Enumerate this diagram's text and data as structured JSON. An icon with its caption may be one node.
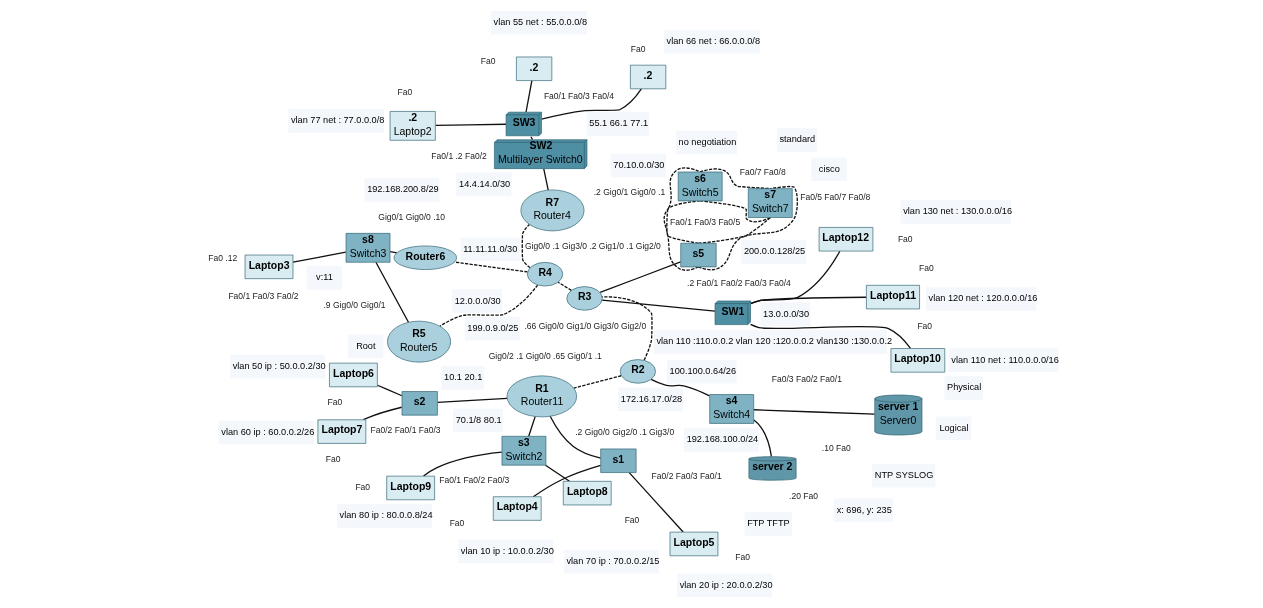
{
  "diagram": {
    "nodes": [
      {
        "text": [
          "server 1",
          "Server0"
        ],
        "beside": [
          ".10",
          "Fa0"
        ]
      },
      {
        "text": [
          "server 2"
        ],
        "beside": [
          ".20",
          "Fa0"
        ]
      },
      {
        "text": [
          "s4",
          "Switch4"
        ],
        "beside": [
          "Fa0/3",
          "Fa0/2",
          "Fa0/1"
        ]
      },
      {
        "text": [
          "R2"
        ],
        "beside": [
          "Gig0/2",
          ".1",
          "Gig0/0",
          ".65",
          "Gig0/1",
          ".1"
        ]
      },
      {
        "text": [
          "R3"
        ],
        "beside": [
          ".66",
          "Gig0/0",
          "Gig1/0",
          "Gig3/0",
          "Gig2/0"
        ]
      },
      {
        "text": [
          "R4"
        ],
        "beside": [
          "Gig0/0",
          ".1",
          "Gig3/0",
          ".2",
          "Gig1/0",
          ".1",
          "Gig2/0"
        ]
      },
      {
        "text": [
          "R5",
          "Router5"
        ],
        "beside": [
          ".9",
          "Gig0/0",
          "Gig0/1"
        ]
      },
      {
        "text": [
          "Router6"
        ],
        "beside": [
          "Gig0/1",
          "Gig0/0",
          ".10"
        ]
      },
      {
        "text": [
          "s8",
          "Switch3"
        ],
        "beside": [
          "Fa0/1",
          "Fa0/3",
          "Fa0/2"
        ]
      },
      {
        "text": [
          "Laptop3"
        ],
        "beside": [
          "Fa0",
          ".12"
        ]
      },
      {
        "text": [
          "R1",
          "Router11"
        ],
        "beside": [
          ".2",
          "Gig0/0",
          "Gig2/0",
          ".1",
          "Gig3/0"
        ]
      },
      {
        "text": [
          "s1"
        ],
        "beside": [
          "Fa0/2",
          "Fa0/3",
          "Fa0/1"
        ]
      },
      {
        "text": [
          "Laptop4"
        ],
        "beside": [
          "Fa0"
        ]
      },
      {
        "text": [
          "Laptop5"
        ],
        "beside": [
          "Fa0"
        ]
      },
      {
        "text": [
          "s2"
        ],
        "beside": [
          "Fa0/2",
          "Fa0/1",
          "Fa0/3"
        ]
      },
      {
        "text": [
          "Laptop6"
        ],
        "beside": [
          "Fa0"
        ]
      },
      {
        "text": [
          "Laptop7"
        ],
        "beside": [
          "Fa0"
        ]
      },
      {
        "text": [
          "s3",
          "Switch2"
        ],
        "beside": [
          "Fa0/1",
          "Fa0/2",
          "Fa0/3"
        ]
      },
      {
        "text": [
          "Laptop8"
        ],
        "beside": [
          "Fa0"
        ]
      },
      {
        "text": [
          "Laptop9"
        ],
        "beside": [
          "Fa0"
        ]
      },
      {
        "text": [
          "s5"
        ],
        "beside": [
          "Fa0/1",
          "Fa0/3",
          "Fa0/5"
        ]
      },
      {
        "text": [
          "s6",
          "Switch5"
        ],
        "beside": [
          "Fa0/7",
          "Fa0/8"
        ]
      },
      {
        "text": [
          "s7",
          "Switch7"
        ],
        "beside": [
          "Fa0/5",
          "Fa0/7",
          "Fa0/8"
        ]
      },
      {
        "text": [
          "SW1"
        ],
        "beside": [
          ".2",
          "Fa0/1",
          "Fa0/2",
          "Fa0/3",
          "Fa0/4"
        ]
      },
      {
        "text": [
          "Laptop10"
        ],
        "beside": [
          "Fa0"
        ]
      },
      {
        "text": [
          "Laptop11"
        ],
        "beside": [
          "Fa0"
        ]
      },
      {
        "text": [
          "Laptop12"
        ],
        "beside": [
          "Fa0"
        ]
      },
      {
        "text": [
          "R7",
          "Router4"
        ],
        "beside": [
          ".2",
          "Gig0/1",
          "Gig0/0",
          ".1"
        ]
      },
      {
        "text": [
          "SW2",
          "Multilayer Switch0"
        ],
        "beside": [
          "Fa0/1",
          ".2",
          "Fa0/2"
        ]
      },
      {
        "text": [
          "SW3"
        ],
        "beside": [
          "Fa0/1",
          "Fa0/3",
          "Fa0/4"
        ]
      },
      {
        "text": [
          ".2"
        ],
        "beside": [
          "Fa0"
        ]
      },
      {
        "text": [
          ".2"
        ],
        "beside": [
          "Fa0"
        ]
      },
      {
        "text": [
          ".2",
          "Laptop2"
        ],
        "beside": [
          "Fa0"
        ]
      }
    ],
    "edges": [
      {
        "from": 0,
        "to": 2,
        "arrow": "none"
      },
      {
        "from": 1,
        "to": 2,
        "arrow": "none"
      },
      {
        "from": 2,
        "to": 3,
        "arrow": "none"
      },
      {
        "from": 3,
        "to": 4,
        "arrow": "none",
        "style": "dashed"
      },
      {
        "from": 3,
        "to": 10,
        "arrow": "none",
        "style": "dashed"
      },
      {
        "from": 4,
        "to": 5,
        "arrow": "none",
        "style": "dashed"
      },
      {
        "from": 4,
        "to": 20,
        "arrow": "none"
      },
      {
        "from": 4,
        "to": 23,
        "arrow": "none"
      },
      {
        "from": 5,
        "to": 6,
        "arrow": "none",
        "style": "dashed"
      },
      {
        "from": 5,
        "to": 7,
        "arrow": "none",
        "style": "dashed"
      },
      {
        "from": 5,
        "to": 27,
        "arrow": "none",
        "style": "dashed"
      },
      {
        "from": 6,
        "to": 8,
        "arrow": "none"
      },
      {
        "from": 7,
        "to": 8,
        "arrow": "none"
      },
      {
        "from": 8,
        "to": 9,
        "arrow": "none"
      },
      {
        "from": 10,
        "to": 11,
        "arrow": "none"
      },
      {
        "from": 10,
        "to": 14,
        "arrow": "none"
      },
      {
        "from": 10,
        "to": 17,
        "arrow": "none"
      },
      {
        "from": 11,
        "to": 12,
        "arrow": "none"
      },
      {
        "from": 11,
        "to": 13,
        "arrow": "none"
      },
      {
        "from": 14,
        "to": 15,
        "arrow": "none"
      },
      {
        "from": 14,
        "to": 16,
        "arrow": "none"
      },
      {
        "from": 17,
        "to": 18,
        "arrow": "none"
      },
      {
        "from": 17,
        "to": 19,
        "arrow": "none"
      },
      {
        "from": 20,
        "to": 21,
        "arrow": "none",
        "style": "dashed"
      },
      {
        "from": 20,
        "to": 21,
        "arrow": "none",
        "style": "dashed"
      },
      {
        "from": 20,
        "to": 22,
        "arrow": "none",
        "style": "dashed"
      },
      {
        "from": 20,
        "to": 22,
        "arrow": "none",
        "style": "dashed"
      },
      {
        "from": 21,
        "to": 22,
        "arrow": "none",
        "style": "dashed"
      },
      {
        "from": 21,
        "to": 22,
        "arrow": "none",
        "style": "dashed"
      },
      {
        "from": 23,
        "to": 24,
        "arrow": "none"
      },
      {
        "from": 23,
        "to": 25,
        "arrow": "none"
      },
      {
        "from": 23,
        "to": 26,
        "arrow": "none"
      },
      {
        "from": 27,
        "to": 28,
        "arrow": "none"
      },
      {
        "from": 28,
        "to": 29,
        "arrow": "none",
        "style": "dashed"
      },
      {
        "from": 29,
        "to": 30,
        "arrow": "none"
      },
      {
        "from": 29,
        "to": 31,
        "arrow": "none"
      },
      {
        "from": 29,
        "to": 32,
        "arrow": "none"
      }
    ],
    "labels": [
      "Logical",
      "Physical",
      "x: 696, y: 235",
      "Root",
      "NTP SYSLOG",
      "FTP TFTP",
      "192.168.100.0/24",
      "vlan 10 ip : 10.0.0.2/30",
      "vlan 20 ip : 20.0.0.2/30",
      "172.16.17.0/28",
      "100.100.0.64/26",
      "199.0.9.0/25",
      "11.11.11.0/30",
      "192.168.200.8/29",
      "v:11",
      "12.0.0.0/30",
      "200.0.0.128/25",
      "13.0.0.0/30",
      "14.4.14.0/30",
      "10.1 20.1",
      "vlan 50 ip : 50.0.0.2/30",
      "standard",
      "cisco",
      "vlan 110 :110.0.0.2 vlan 120 :120.0.0.2 vlan130 :130.0.0.2",
      "vlan 60 ip : 60.0.0.2/26",
      "70.1/8 80.1",
      "70.10.0.0/30",
      "55.1 66.1 77.1",
      "no negotiation",
      "vlan 70 ip : 70.0.0.2/15",
      "vlan 80 ip : 80.0.0.8/24",
      "vlan 110 net : 110.0.0.0/16",
      "vlan 120 net : 120.0.0.0/16",
      "vlan 130 net : 130.0.0.0/16",
      "vlan 55 net : 55.0.0.0/8",
      "vlan 66 net : 66.0.0.0/8",
      "vlan 77 net : 77.0.0.0/8"
    ]
  }
}
